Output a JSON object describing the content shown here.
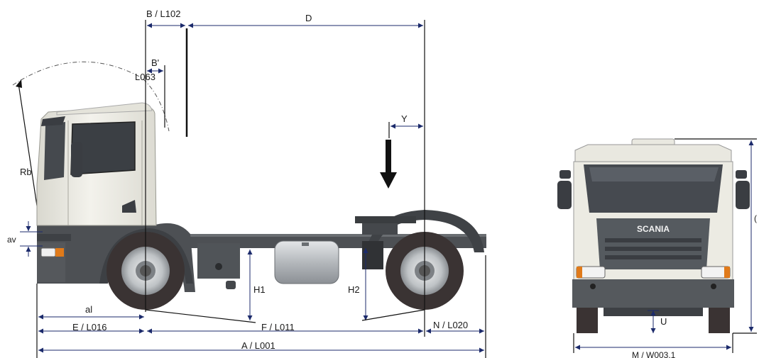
{
  "side_view": {
    "labels": {
      "b_l102": "B / L102",
      "d": "D",
      "b_prime": "B'",
      "l063": "L063",
      "y": "Y",
      "rb": "Rb",
      "av": "av",
      "h1": "H1",
      "h2": "H2",
      "al": "al",
      "e_l016": "E / L016",
      "f_l011": "F / L011",
      "n_l020": "N / L020",
      "a_l001": "A / L001"
    }
  },
  "front_view": {
    "labels": {
      "brand": "SCANIA",
      "u": "U",
      "m_w003": "M / W003.1",
      "height_cut": "("
    }
  },
  "colors": {
    "dimension_line": "#1b2a6b",
    "cab_white": "#ecebe3",
    "chassis_gray": "#4d5054",
    "tire": "#3a3333"
  }
}
